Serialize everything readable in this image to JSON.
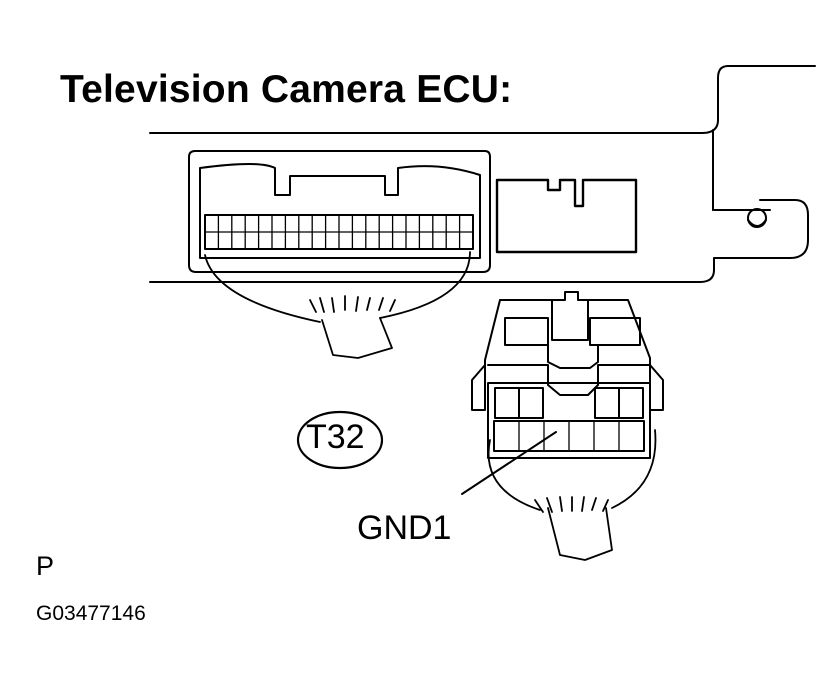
{
  "diagram": {
    "title": "Television Camera ECU:",
    "connector_code": "T32",
    "pin_label": "GND1",
    "corner_mark": "P",
    "figure_id": "G03477146"
  },
  "colors": {
    "ink": "#000000",
    "background": "#ffffff"
  }
}
